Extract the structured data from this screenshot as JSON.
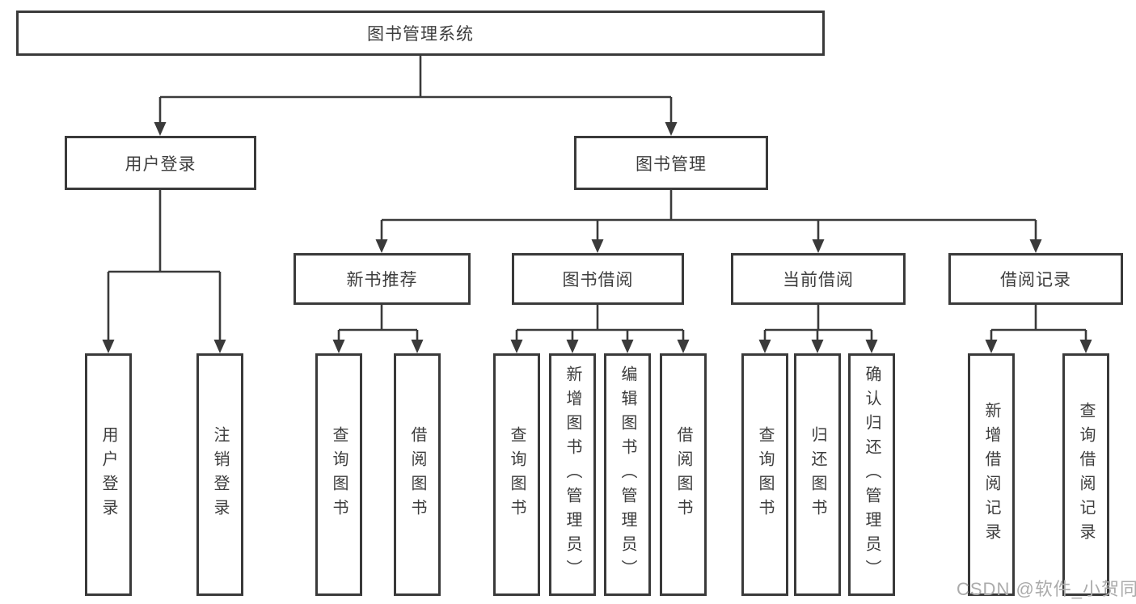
{
  "tree": {
    "root": "图书管理系统",
    "children": [
      {
        "label": "用户登录",
        "children": [
          {
            "label": "用户登录"
          },
          {
            "label": "注销登录"
          }
        ]
      },
      {
        "label": "图书管理",
        "children": [
          {
            "label": "新书推荐",
            "children": [
              {
                "label": "查询图书"
              },
              {
                "label": "借阅图书"
              }
            ]
          },
          {
            "label": "图书借阅",
            "children": [
              {
                "label": "查询图书"
              },
              {
                "label": "新增图书（管理员）"
              },
              {
                "label": "编辑图书（管理员）"
              },
              {
                "label": "借阅图书"
              }
            ]
          },
          {
            "label": "当前借阅",
            "children": [
              {
                "label": "查询图书"
              },
              {
                "label": "归还图书"
              },
              {
                "label": "确认归还（管理员）"
              }
            ]
          },
          {
            "label": "借阅记录",
            "children": [
              {
                "label": "新增借阅记录"
              },
              {
                "label": "查询借阅记录"
              }
            ]
          }
        ]
      }
    ]
  },
  "watermark": "CSDN @软件_小贺同学",
  "colors": {
    "line": "#3a3a3a",
    "text": "#3d3d3d",
    "watermark": "#ababab",
    "background": "#ffffff"
  }
}
